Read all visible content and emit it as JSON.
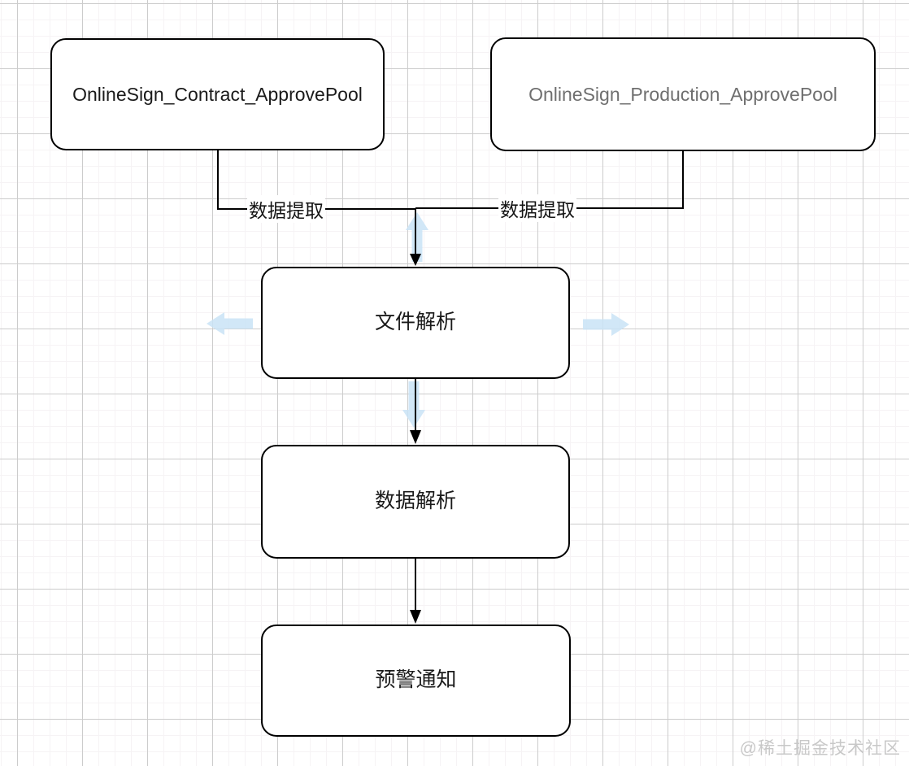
{
  "diagram": {
    "nodes": [
      {
        "id": "contract-pool",
        "label": "OnlineSign_Contract_ApprovePool"
      },
      {
        "id": "production-pool",
        "label": "OnlineSign_Production_ApprovePool"
      },
      {
        "id": "file-parse",
        "label": "文件解析"
      },
      {
        "id": "data-parse",
        "label": "数据解析"
      },
      {
        "id": "alert-notify",
        "label": "预警通知"
      }
    ],
    "edges": [
      {
        "from": "contract-pool",
        "to": "file-parse",
        "label": "数据提取"
      },
      {
        "from": "production-pool",
        "to": "file-parse",
        "label": "数据提取"
      },
      {
        "from": "file-parse",
        "to": "data-parse",
        "label": ""
      },
      {
        "from": "data-parse",
        "to": "alert-notify",
        "label": ""
      }
    ],
    "hover_arrows": [
      "up",
      "left",
      "right",
      "down"
    ]
  },
  "theme": {
    "node_border": "#000000",
    "node_fill": "#ffffff",
    "node_text_primary": "#1a1a1a",
    "node_text_muted": "#6f6f6f",
    "edge_color": "#000000",
    "hover_arrow_color": "#c9e3f6",
    "grid_minor": "#f6f3f5",
    "grid_major": "#cccccc",
    "watermark_color": "#c8c8c8"
  },
  "watermark": {
    "text": "@稀土掘金技术社区"
  }
}
